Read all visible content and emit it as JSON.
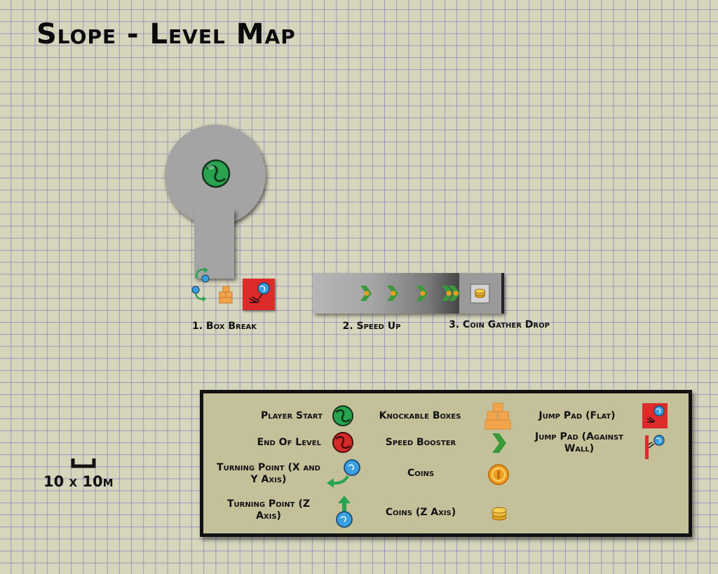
{
  "title": "Slope - Level Map",
  "sections": [
    {
      "label": "1. Box Break"
    },
    {
      "label": "2. Speed Up"
    },
    {
      "label": "3. Coin Gather Drop"
    }
  ],
  "scale": {
    "label": "10 x 10m"
  },
  "legend": {
    "player_start": "Player Start",
    "end_of_level": "End Of Level",
    "turning_point_xy": "Turning Point (X and Y Axis)",
    "turning_point_z": "Turning Point (Z Axis)",
    "knockable_boxes": "Knockable Boxes",
    "speed_booster": "Speed Booster",
    "coins": "Coins",
    "coins_z": "Coins (Z Axis)",
    "jump_pad_flat": "Jump Pad (Flat)",
    "jump_pad_wall": "Jump Pad (Against Wall)"
  },
  "colors": {
    "background": "#d6d6bd",
    "grid": "#6e64be",
    "platform": "#a4a4a4",
    "legend_bg": "#c3c09a",
    "player_ball": "#2aa350",
    "end_ball": "#d42a2a",
    "turn_ball": "#3a9fe0",
    "booster": "#3a9a3a",
    "coin": "#f0a020",
    "jump_pad": "#dd2a2a"
  },
  "icons": [
    "player-ball-icon",
    "end-ball-icon",
    "turn-ball-icon",
    "turn-arrow-icon",
    "box-stack-icon",
    "speed-chevron-icon",
    "coin-icon",
    "coin-stack-icon",
    "jump-pad-flat-icon",
    "jump-pad-wall-icon"
  ]
}
